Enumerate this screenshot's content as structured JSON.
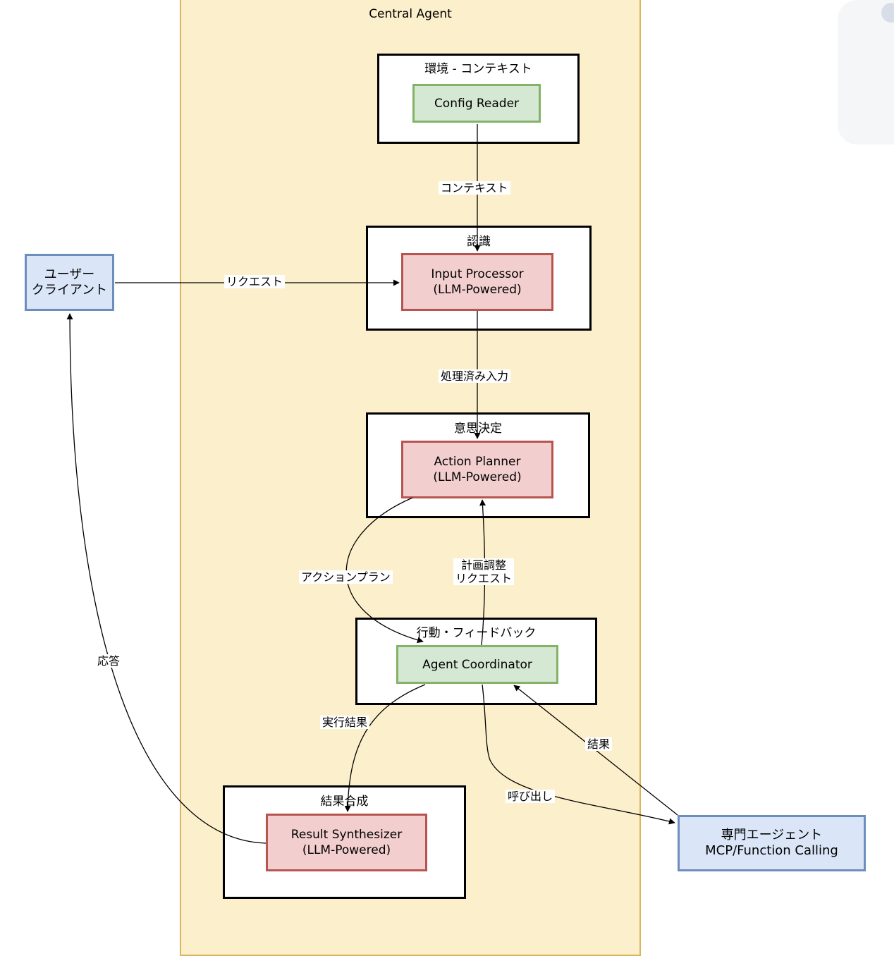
{
  "swimlane": {
    "title": "Central Agent"
  },
  "groups": {
    "environment": "環境 - コンテキスト",
    "recognition": "認識",
    "decision": "意思決定",
    "action": "行動・フィードバック",
    "synthesis": "結果合成"
  },
  "nodes": {
    "config_reader": "Config Reader",
    "input_processor": "Input Processor\n(LLM-Powered)",
    "action_planner": "Action Planner\n(LLM-Powered)",
    "agent_coordinator": "Agent Coordinator",
    "result_synthesizer": "Result Synthesizer\n(LLM-Powered)",
    "user_client": "ユーザー\nクライアント",
    "specialist_agent": "専門エージェント\nMCP/Function Calling"
  },
  "edges": {
    "context": "コンテキスト",
    "request": "リクエスト",
    "processed_input": "処理済み入力",
    "action_plan": "アクションプラン",
    "plan_adjust": "計画調整\nリクエスト",
    "exec_result": "実行結果",
    "call": "呼び出し",
    "result": "結果",
    "response": "応答"
  },
  "colors": {
    "swimlane_fill": "#fcefcb",
    "swimlane_stroke": "#d9b65b",
    "green_fill": "#d5e8d4",
    "green_stroke": "#82b366",
    "red_fill": "#f2cfce",
    "red_stroke": "#b85450",
    "blue_fill": "#dae6f8",
    "blue_stroke": "#6c8ebf"
  }
}
